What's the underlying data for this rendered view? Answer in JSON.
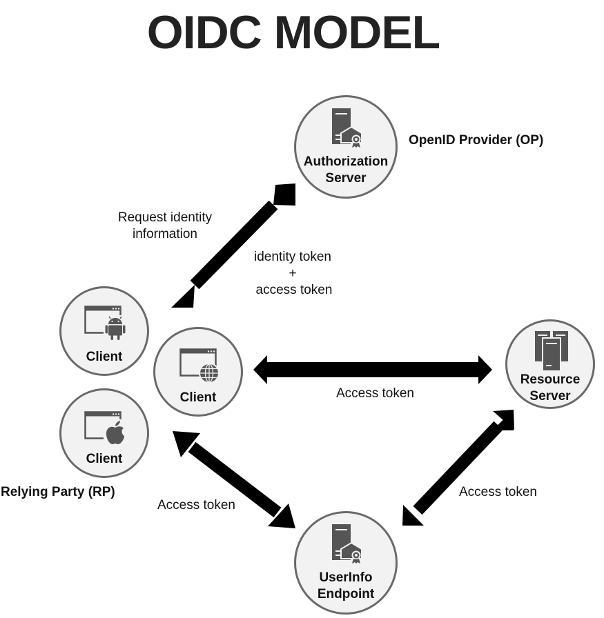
{
  "title": "OIDC MODEL",
  "nodes": {
    "authorization_server": {
      "line1": "Authorization",
      "line2": "Server"
    },
    "client_android": {
      "label": "Client"
    },
    "client_web": {
      "label": "Client"
    },
    "client_ios": {
      "label": "Client"
    },
    "resource_server": {
      "line1": "Resource",
      "line2": "Server"
    },
    "userinfo_endpoint": {
      "line1": "UserInfo",
      "line2": "Endpoint"
    }
  },
  "roles": {
    "openid_provider": "OpenID Provider (OP)",
    "relying_party": "Relying Party (RP)"
  },
  "edges": {
    "request_line1": "Request identity",
    "request_line2": "information",
    "tokens_line1": "identity token",
    "tokens_line2": "+",
    "tokens_line3": "access token",
    "client_resource": "Access token",
    "client_userinfo": "Access token",
    "resource_userinfo": "Access token"
  },
  "icons": {
    "authorization_server": "server-certificate-icon",
    "client_android": "browser-android-icon",
    "client_web": "browser-globe-icon",
    "client_ios": "browser-apple-icon",
    "resource_server": "server-cluster-icon",
    "userinfo_endpoint": "server-certificate-icon"
  },
  "colors": {
    "node_fill": "#f2f2f2",
    "node_border": "#6a6a6a",
    "icon": "#555555",
    "arrow": "#000000"
  }
}
